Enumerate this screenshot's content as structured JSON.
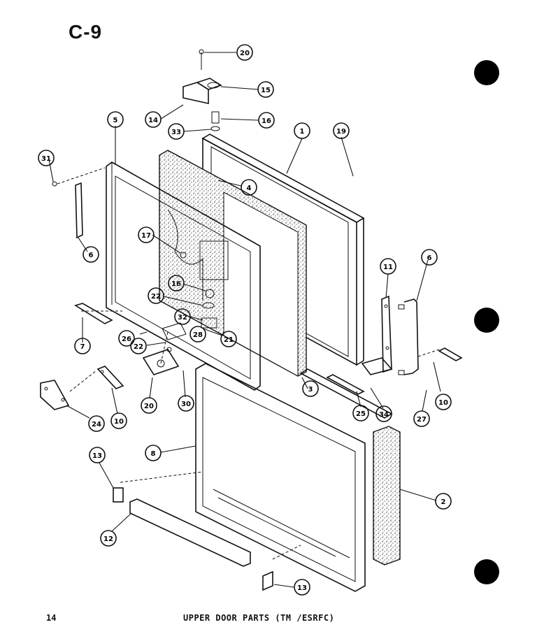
{
  "page_code": "C-9",
  "page_number": "14",
  "caption": "UPPER DOOR PARTS (TM /ESRFC)",
  "colors": {
    "ink": "#111111",
    "paper": "#ffffff"
  },
  "callouts": [
    {
      "id": "c20a",
      "label": "20"
    },
    {
      "id": "c15",
      "label": "15"
    },
    {
      "id": "c14",
      "label": "14"
    },
    {
      "id": "c16a",
      "label": "16"
    },
    {
      "id": "c33",
      "label": "33"
    },
    {
      "id": "c5",
      "label": "5"
    },
    {
      "id": "c1",
      "label": "1"
    },
    {
      "id": "c19",
      "label": "19"
    },
    {
      "id": "c31",
      "label": "31"
    },
    {
      "id": "c4",
      "label": "4"
    },
    {
      "id": "c6a",
      "label": "6"
    },
    {
      "id": "c17",
      "label": "17"
    },
    {
      "id": "c16b",
      "label": "16"
    },
    {
      "id": "c22a",
      "label": "22"
    },
    {
      "id": "c32",
      "label": "32"
    },
    {
      "id": "c11",
      "label": "11"
    },
    {
      "id": "c6b",
      "label": "6"
    },
    {
      "id": "c7",
      "label": "7"
    },
    {
      "id": "c26",
      "label": "26"
    },
    {
      "id": "c22b",
      "label": "22"
    },
    {
      "id": "c28",
      "label": "28"
    },
    {
      "id": "c21",
      "label": "21"
    },
    {
      "id": "c3",
      "label": "3"
    },
    {
      "id": "c25",
      "label": "25"
    },
    {
      "id": "c34",
      "label": "34"
    },
    {
      "id": "c27",
      "label": "27"
    },
    {
      "id": "c10a",
      "label": "10"
    },
    {
      "id": "c20b",
      "label": "20"
    },
    {
      "id": "c30",
      "label": "30"
    },
    {
      "id": "c10b",
      "label": "10"
    },
    {
      "id": "c24",
      "label": "24"
    },
    {
      "id": "c8",
      "label": "8"
    },
    {
      "id": "c13a",
      "label": "13"
    },
    {
      "id": "c2",
      "label": "2"
    },
    {
      "id": "c12",
      "label": "12"
    },
    {
      "id": "c13b",
      "label": "13"
    }
  ]
}
